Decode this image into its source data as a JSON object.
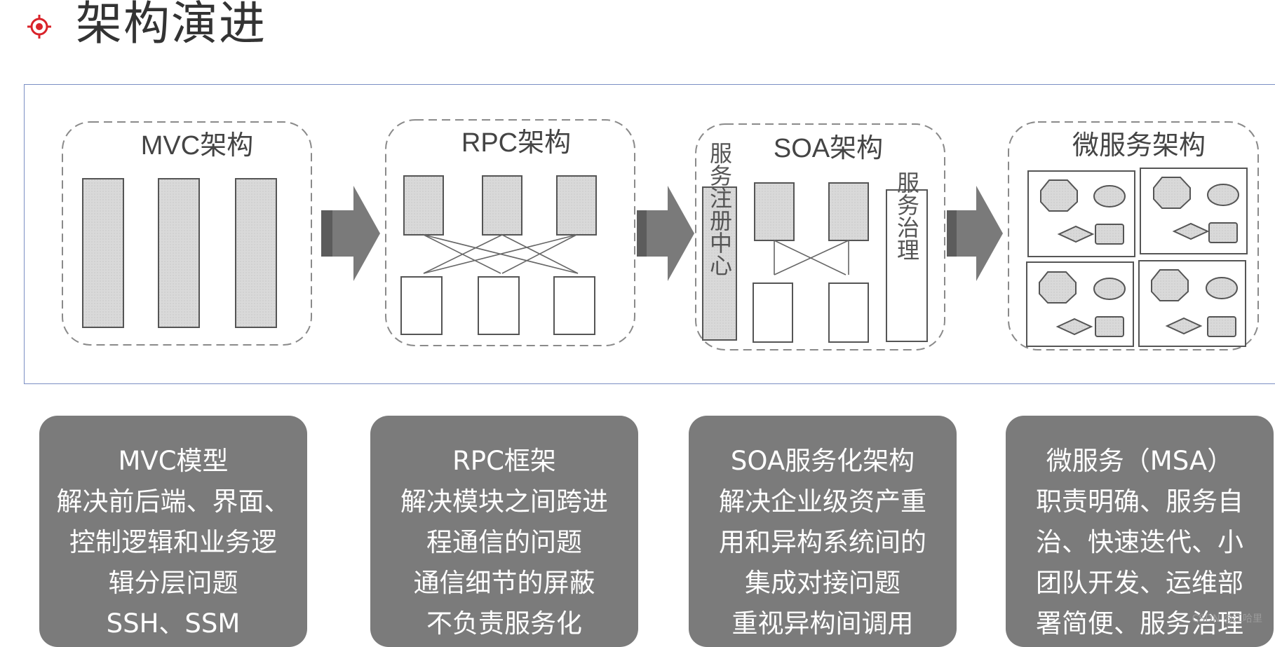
{
  "page": {
    "title": "架构演进",
    "watermark": "CSDN @江哈里"
  },
  "stages": [
    {
      "label": "MVC架构"
    },
    {
      "label": "RPC架构"
    },
    {
      "label": "SOA架构",
      "left_bar": "服务注册中心",
      "right_bar": "服务治理"
    },
    {
      "label": "微服务架构"
    }
  ],
  "cards": [
    {
      "lines": [
        "MVC模型",
        "解决前后端、界面、",
        "控制逻辑和业务逻",
        "辑分层问题",
        "SSH、SSM"
      ]
    },
    {
      "lines": [
        "RPC框架",
        "解决模块之间跨进",
        "程通信的问题",
        "通信细节的屏蔽",
        "不负责服务化"
      ]
    },
    {
      "lines": [
        "SOA服务化架构",
        "解决企业级资产重",
        "用和异构系统间的",
        "集成对接问题",
        "重视异构间调用"
      ]
    },
    {
      "lines": [
        "微服务（MSA）",
        "职责明确、服务自",
        "治、快速迭代、小",
        "团队开发、运维部",
        "署简便、服务治理"
      ]
    }
  ],
  "colors": {
    "accent": "#d9232a",
    "card_bg": "#7b7b7b",
    "frame_border": "#7b8fc4",
    "box_fill": "#d7d7d7",
    "arrow_fill": "#7a7a7a"
  }
}
